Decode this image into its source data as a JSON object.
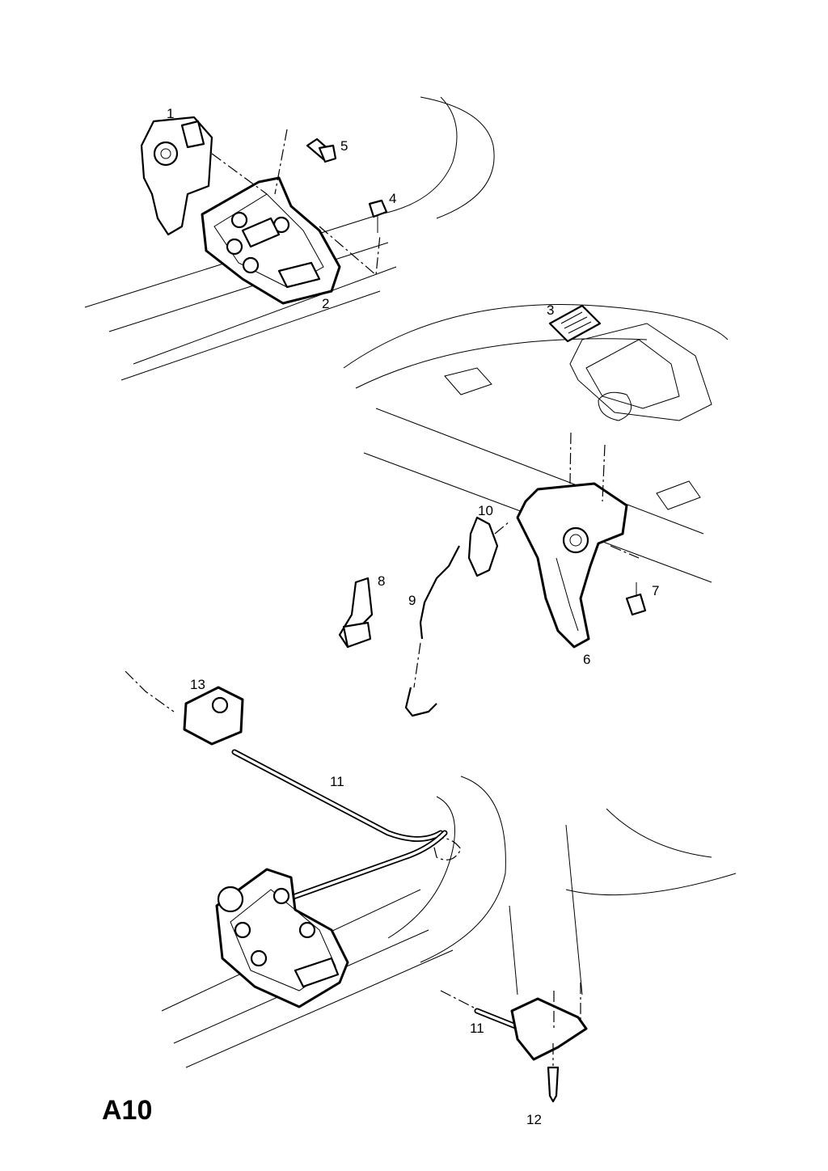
{
  "diagram": {
    "page_code": "A10",
    "callouts": [
      {
        "id": "1",
        "text": "1"
      },
      {
        "id": "2",
        "text": "2"
      },
      {
        "id": "3",
        "text": "3"
      },
      {
        "id": "4",
        "text": "4"
      },
      {
        "id": "5",
        "text": "5"
      },
      {
        "id": "6",
        "text": "6"
      },
      {
        "id": "7",
        "text": "7"
      },
      {
        "id": "8",
        "text": "8"
      },
      {
        "id": "9",
        "text": "9"
      },
      {
        "id": "10",
        "text": "10"
      },
      {
        "id": "11a",
        "text": "11"
      },
      {
        "id": "11b",
        "text": "11"
      },
      {
        "id": "12",
        "text": "12"
      },
      {
        "id": "13",
        "text": "13"
      }
    ]
  }
}
